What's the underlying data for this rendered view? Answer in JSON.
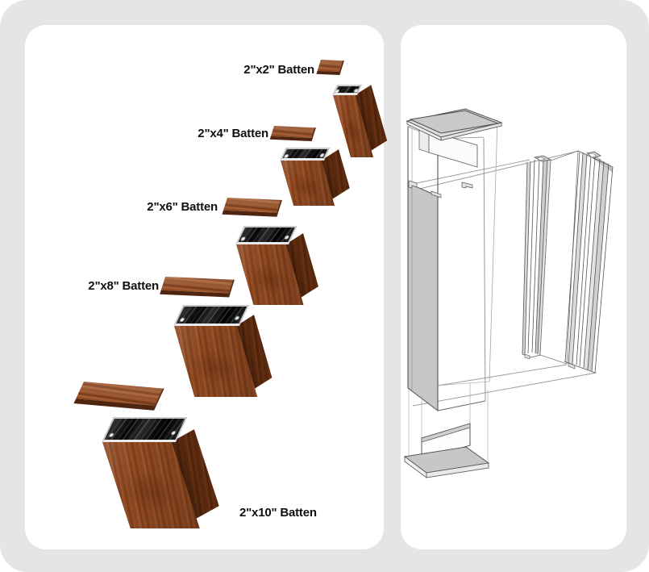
{
  "left_panel": {
    "battens": [
      {
        "label": "2\"x2\" Batten"
      },
      {
        "label": "2\"x4\" Batten"
      },
      {
        "label": "2\"x6\" Batten"
      },
      {
        "label": "2\"x8\" Batten"
      },
      {
        "label": "2\"x10\" Batten"
      }
    ]
  },
  "right_panel": {
    "diagram_parts": [
      "top-cap",
      "batten-tube",
      "mounting-channels",
      "base-bracket"
    ]
  },
  "colors": {
    "background": "#e5e5e5",
    "panel": "#ffffff",
    "label_text": "#101010",
    "wood_mid": "#8c4621",
    "wood_dark": "#5e2b10",
    "wood_light": "#a85c30",
    "opening_black": "#0a0a0a",
    "aluminum_rim": "#d9d9d9",
    "diagram_line": "#4a4a4a",
    "diagram_shade": "#c7c7c7"
  }
}
